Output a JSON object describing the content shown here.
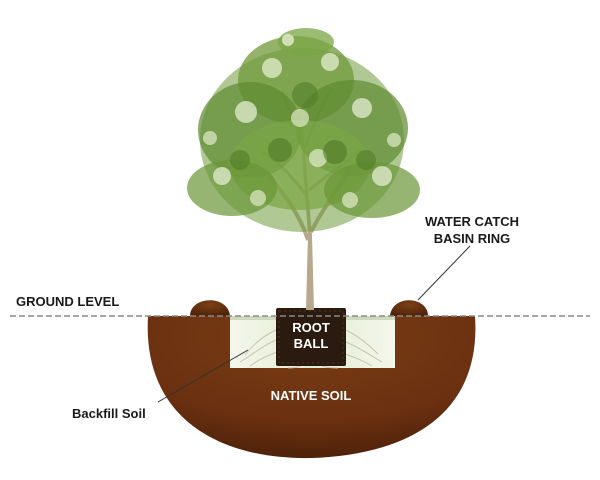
{
  "labels": {
    "ground_level": "GROUND LEVEL",
    "water_catch_line1": "WATER CATCH",
    "water_catch_line2": "BASIN RING",
    "root_ball_line1": "ROOT",
    "root_ball_line2": "BALL",
    "native_soil": "NATIVE SOIL",
    "backfill_soil": "Backfill Soil"
  },
  "colors": {
    "soil": "#6e3410",
    "soil_dark": "#4a2008",
    "root_ball": "#2a1a10",
    "backfill": "#e8efdc",
    "foliage": "#6f9a3a",
    "foliage_light": "#dfe9c8",
    "trunk": "#b7a88e",
    "ground_line": "#8a8a8a",
    "label_text": "#1a1a1a"
  }
}
